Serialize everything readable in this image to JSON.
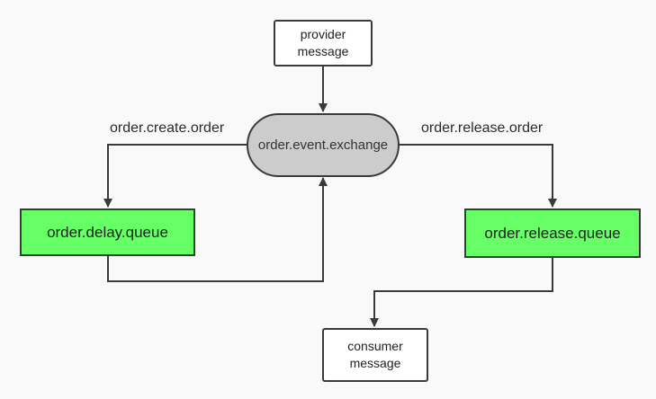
{
  "diagram": {
    "nodes": {
      "provider": {
        "line1": "provider",
        "line2": "message"
      },
      "exchange": {
        "label": "order.event.exchange"
      },
      "delay_queue": {
        "label": "order.delay.queue"
      },
      "release_queue": {
        "label": "order.release.queue"
      },
      "consumer": {
        "line1": "consumer",
        "line2": "message"
      }
    },
    "edge_labels": {
      "create": "order.create.order",
      "release": "order.release.order"
    },
    "colors": {
      "queue_fill": "#66ff66",
      "exchange_fill": "#cccccc",
      "message_fill": "#ffffff",
      "stroke": "#3a3a3a"
    }
  }
}
